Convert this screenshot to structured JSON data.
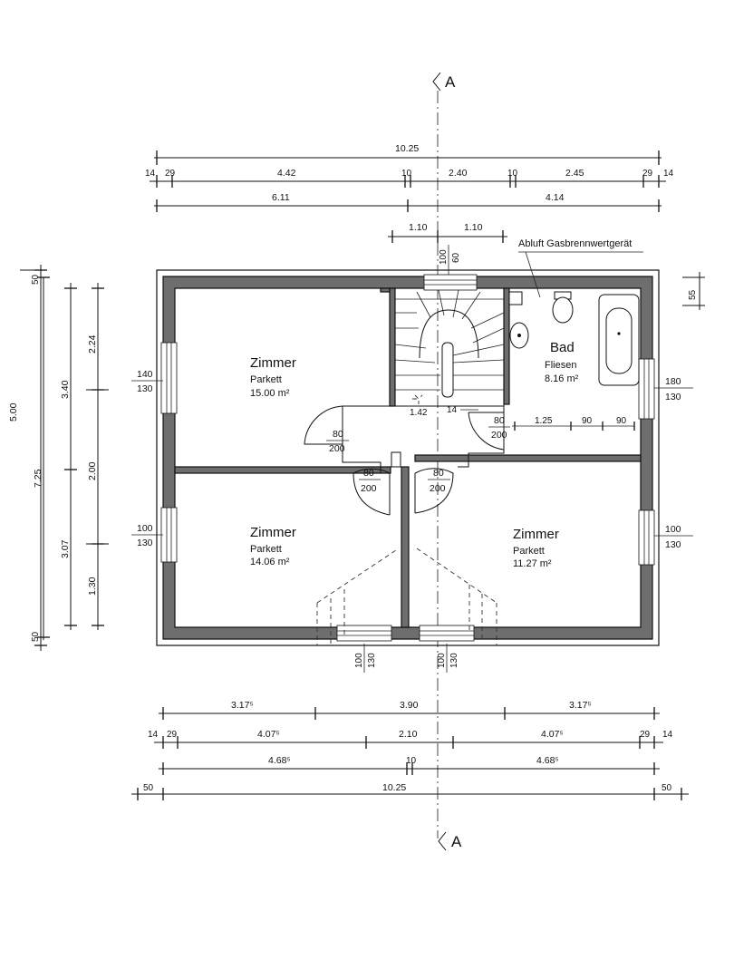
{
  "section": {
    "marker": "A"
  },
  "rooms": [
    {
      "name": "Zimmer",
      "floor": "Parkett",
      "area": "15.00 m²"
    },
    {
      "name": "Zimmer",
      "floor": "Parkett",
      "area": "14.06 m²"
    },
    {
      "name": "Zimmer",
      "floor": "Parkett",
      "area": "11.27 m²"
    },
    {
      "name": "Bad",
      "floor": "Fliesen",
      "area": "8.16 m²"
    }
  ],
  "annotations": {
    "exhaust": "Abluft Gasbrennwertgerät"
  },
  "stairs": {
    "width_label": "1.42",
    "riser_label": "14"
  },
  "doors": [
    {
      "width": "80",
      "height": "200"
    },
    {
      "width": "80",
      "height": "200"
    },
    {
      "width": "80",
      "height": "200"
    },
    {
      "width": "80",
      "height": "200"
    }
  ],
  "windows": {
    "left_upper": {
      "top": "140",
      "bottom": "130"
    },
    "left_lower": {
      "top": "100",
      "bottom": "130"
    },
    "right_upper": {
      "top": "180",
      "bottom": "130"
    },
    "right_lower": {
      "top": "100",
      "bottom": "130"
    },
    "top_center": {
      "width": "100",
      "height": "60"
    },
    "bottom_left": {
      "width": "100",
      "height": "130"
    },
    "bottom_right": {
      "width": "100",
      "height": "130"
    }
  },
  "dims_top": {
    "overall": "10.25",
    "row2": [
      "14",
      "29",
      "4.42",
      "10",
      "2.40",
      "10",
      "2.45",
      "29",
      "14"
    ],
    "row3": [
      "6.11",
      "4.14"
    ],
    "stair": [
      "1.10",
      "1.10"
    ],
    "right_small": "55"
  },
  "dims_left": {
    "outer": "5.00",
    "overall": "7.25",
    "upper": "3.40",
    "lower": "3.07",
    "inner": [
      "2.24",
      "2.00",
      "1.30"
    ],
    "end_top": "50",
    "end_bottom": "50"
  },
  "bath_dims": [
    "1.25",
    "90",
    "90"
  ],
  "dims_bottom": {
    "row1": [
      "3.17⁵",
      "3.90",
      "3.17⁵"
    ],
    "row2": [
      "14",
      "29",
      "4.07⁵",
      "2.10",
      "4.07⁵",
      "29",
      "14"
    ],
    "row3": [
      "4.68⁵",
      "10",
      "4.68⁵"
    ],
    "row4": [
      "50",
      "10.25",
      "50"
    ]
  }
}
